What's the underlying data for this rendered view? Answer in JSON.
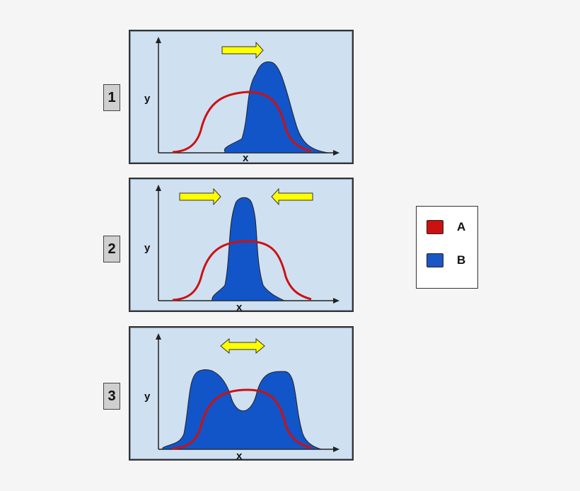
{
  "panels": [
    {
      "number": "1",
      "ylabel": "y",
      "xlabel": "x",
      "arrows": "right"
    },
    {
      "number": "2",
      "ylabel": "y",
      "xlabel": "x",
      "arrows": "converge"
    },
    {
      "number": "3",
      "ylabel": "y",
      "xlabel": "x",
      "arrows": "diverge"
    }
  ],
  "legend": {
    "items": [
      {
        "label": "A",
        "color": "#cc1111",
        "meaning": "red line"
      },
      {
        "label": "B",
        "color": "#1a56c4",
        "meaning": "blue filled area"
      }
    ]
  },
  "colors": {
    "panel_bg": "#cfe0f1",
    "line_a": "#cc1111",
    "fill_b": "#1255c8",
    "arrow": "#ffff00"
  }
}
